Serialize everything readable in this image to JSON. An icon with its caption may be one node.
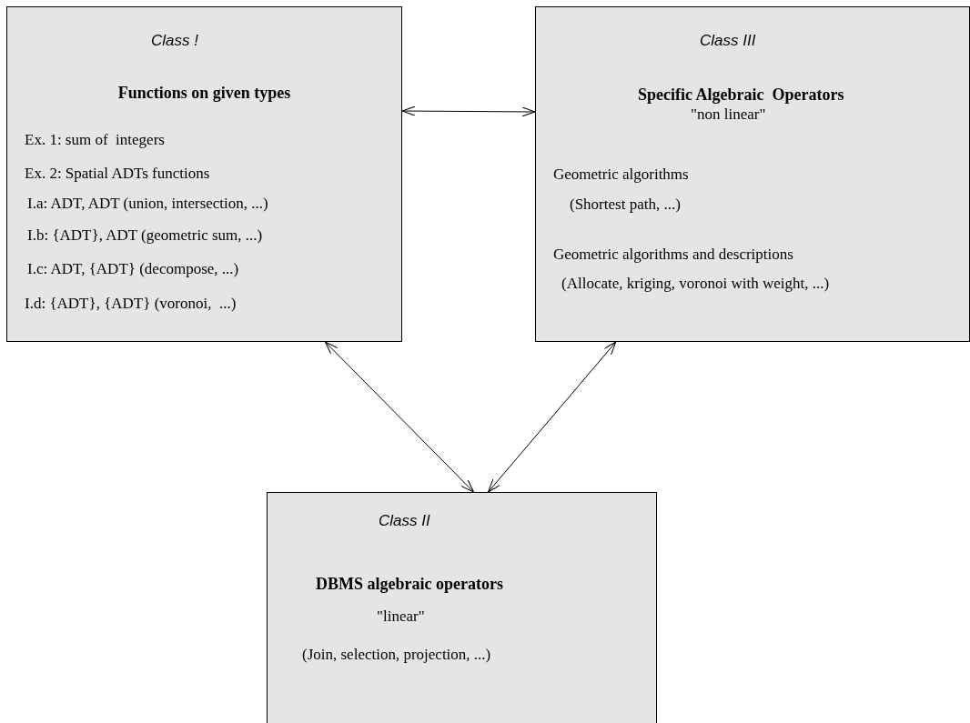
{
  "diagram": {
    "nodes": [
      {
        "text": [
          "Class !",
          "Functions on given types",
          "Ex. 1: sum of  integers",
          "Ex. 2: Spatial ADTs functions",
          "I.a: ADT, ADT (union, intersection, ...)",
          "I.b: {ADT}, ADT (geometric sum, ...)",
          "I.c: ADT, {ADT} (decompose, ...)",
          "I.d: {ADT}, {ADT} (voronoi,  ...)"
        ]
      },
      {
        "text": [
          "Class III",
          "Specific Algebraic  Operators",
          "\"non linear\"",
          "Geometric algorithms",
          "(Shortest path, ...)",
          "Geometric algorithms and descriptions",
          "(Allocate, kriging, voronoi with weight, ...)"
        ]
      },
      {
        "text": [
          "Class II",
          "DBMS algebraic operators",
          "\"linear\"",
          "(Join, selection, projection, ...)"
        ]
      }
    ],
    "edges": [
      {
        "from": 0,
        "to": 1,
        "arrow": "both"
      },
      {
        "from": 0,
        "to": 2,
        "arrow": "both"
      },
      {
        "from": 1,
        "to": 2,
        "arrow": "both"
      }
    ]
  }
}
